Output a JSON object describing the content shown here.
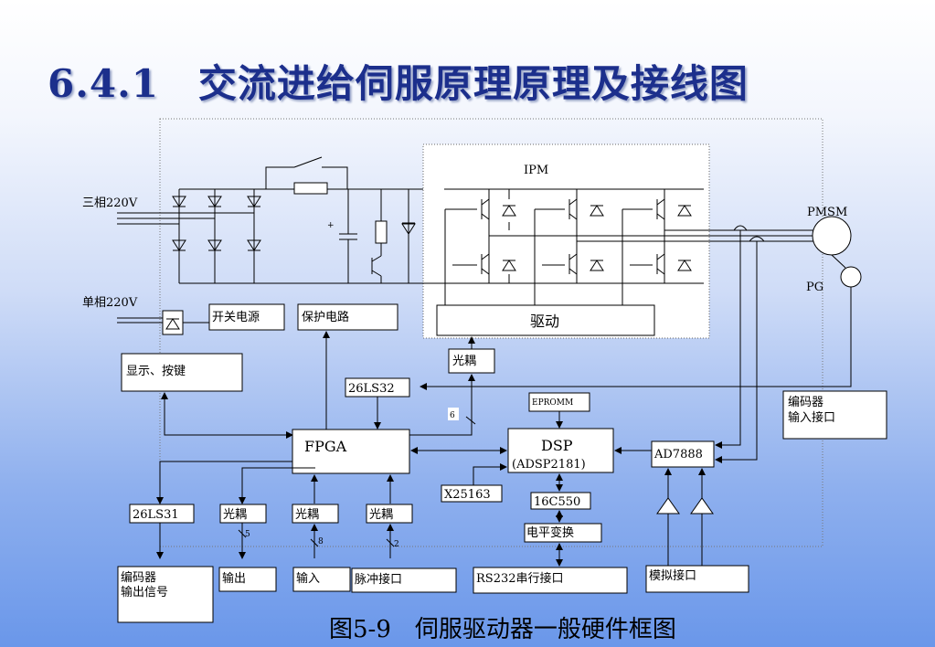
{
  "title": "6.4.1　交流进给伺服原理原理及接线图",
  "caption": "图5-9　伺服驱动器一般硬件框图",
  "inputs": {
    "three_phase": "三相220V",
    "single_phase": "单相220V"
  },
  "blocks": {
    "ipm": "IPM",
    "drive": "驱动",
    "pmsm": "PMSM",
    "pg": "PG",
    "switch_power": "开关电源",
    "protection": "保护电路",
    "display_keys": "显示、按键",
    "optocoupler_top": "光耦",
    "ls32": "26LS32",
    "fpga": "FPGA",
    "eepromm": "EPROMM",
    "dsp": "DSP",
    "dsp_model": "(ADSP2181)",
    "ad7888": "AD7888",
    "x25163": "X25163",
    "uart": "16C550",
    "level_shift": "电平变换",
    "ls31": "26LS31",
    "opto1": "光耦",
    "opto2": "光耦",
    "opto3": "光耦",
    "encoder_in": [
      "编码器",
      "输入接口"
    ]
  },
  "outputs": {
    "encoder_out": [
      "编码器",
      "输出信号"
    ],
    "out": "输出",
    "in": "输入",
    "pulse": "脉冲接口",
    "rs232": "RS232串行接口",
    "analog": "模拟接口"
  },
  "bus_widths": {
    "fpga_ipm": "6",
    "out": "5",
    "in": "8",
    "pulse": "2"
  },
  "symbols": {
    "plus": "+"
  }
}
